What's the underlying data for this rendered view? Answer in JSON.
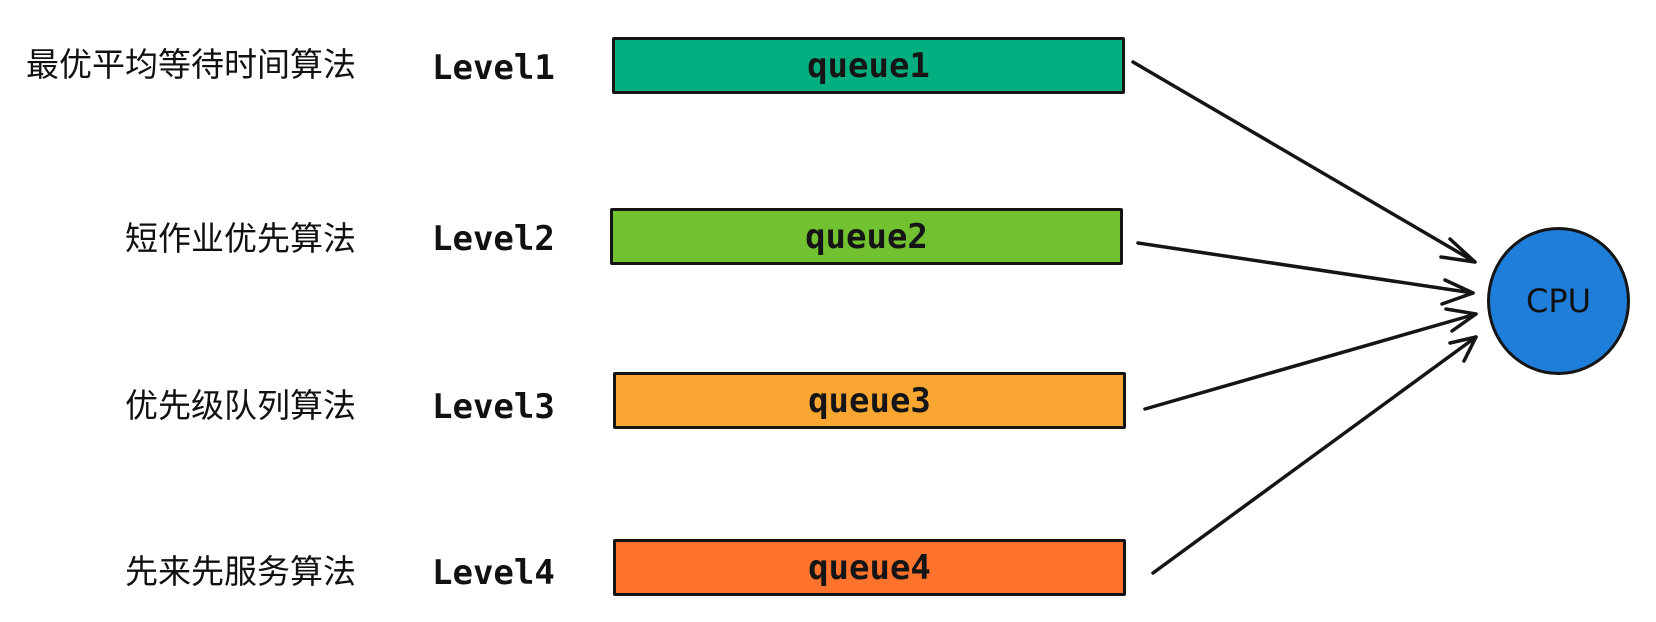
{
  "rows": [
    {
      "algorithm": "最优平均等待时间算法",
      "level": "Level1",
      "queue": "queue1",
      "color": "#00AE80"
    },
    {
      "algorithm": "短作业优先算法",
      "level": "Level2",
      "queue": "queue2",
      "color": "#72C131"
    },
    {
      "algorithm": "优先级队列算法",
      "level": "Level3",
      "queue": "queue3",
      "color": "#F9A732"
    },
    {
      "algorithm": "先来先服务算法",
      "level": "Level4",
      "queue": "queue4",
      "color": "#FF732D"
    }
  ],
  "cpu": {
    "label": "CPU",
    "color": "#1E7EDA"
  }
}
